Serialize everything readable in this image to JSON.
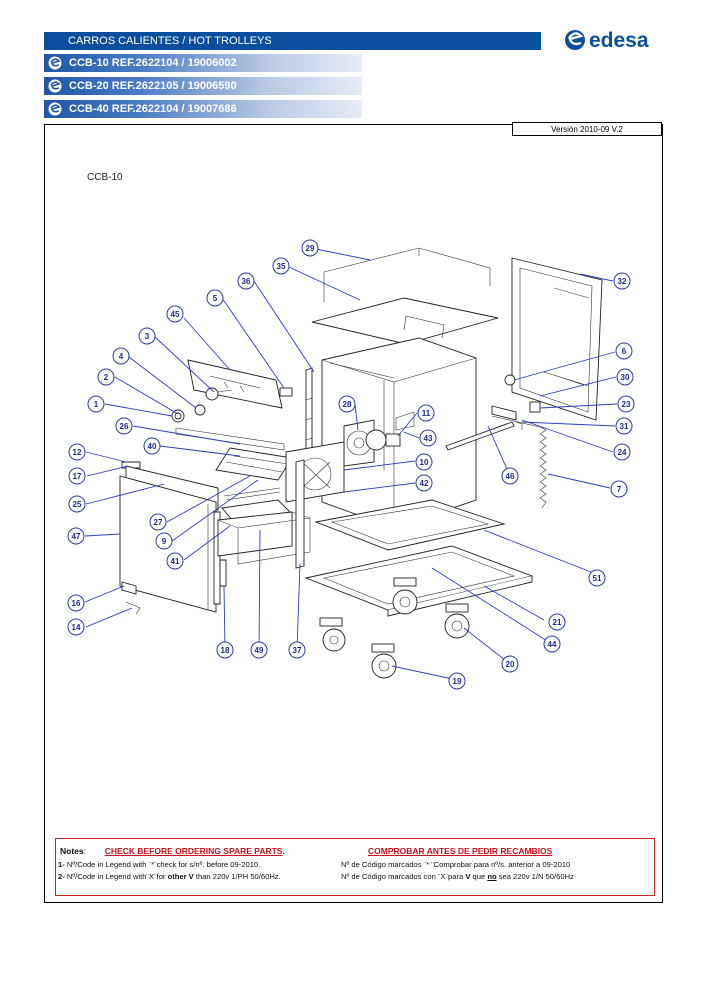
{
  "header": {
    "title": "CARROS CALIENTES / HOT TROLLEYS",
    "logo_text": "edesa",
    "models": [
      "CCB-10  REF.2622104 / 19006002",
      "CCB-20  REF.2622105 / 19006590",
      "CCB-40  REF.2622104 / 19007686"
    ]
  },
  "version": "Versión  2010-09 V.2",
  "diagram": {
    "title": "CCB-10",
    "callouts": [
      "29",
      "35",
      "36",
      "32",
      "5",
      "45",
      "3",
      "6",
      "4",
      "30",
      "2",
      "23",
      "1",
      "28",
      "11",
      "31",
      "26",
      "43",
      "24",
      "40",
      "12",
      "10",
      "46",
      "17",
      "42",
      "7",
      "25",
      "27",
      "9",
      "47",
      "41",
      "51",
      "16",
      "21",
      "14",
      "44",
      "18",
      "49",
      "37",
      "20",
      "19"
    ]
  },
  "colors": {
    "brand_blue": "#0a4f9e",
    "callout_blue": "#2b3ec4",
    "notes_red": "#c8101c"
  },
  "notes": {
    "label": "Notes",
    "label_colon": ":",
    "check_en": "CHECK BEFORE ORDERING SPARE PARTS",
    "check_en_period": ".",
    "check_es": "COMPROBAR ANTES DE PEDIR RECAMBIOS",
    "line1_num": "1-",
    "line1_en": " Nº/Code in Legend with ¨*¨check for s/nº. before 09-2010.",
    "line1_es": "Nº de Código marcados ¨* ¨Comprobar para nº/s. anterior a 09-2010",
    "line2_num": "2-",
    "line2_en_a": " Nº/Code in Legend with¨X¨for  ",
    "line2_en_b": "other V",
    "line2_en_c": " than 220v 1/PH 50/60Hz.",
    "line2_es_a": "Nº de Código marcados con ¨X¨para ",
    "line2_es_b": "V",
    "line2_es_c": " que ",
    "line2_es_d": "no",
    "line2_es_e": " sea 220v 1/N 50/60Hz"
  }
}
